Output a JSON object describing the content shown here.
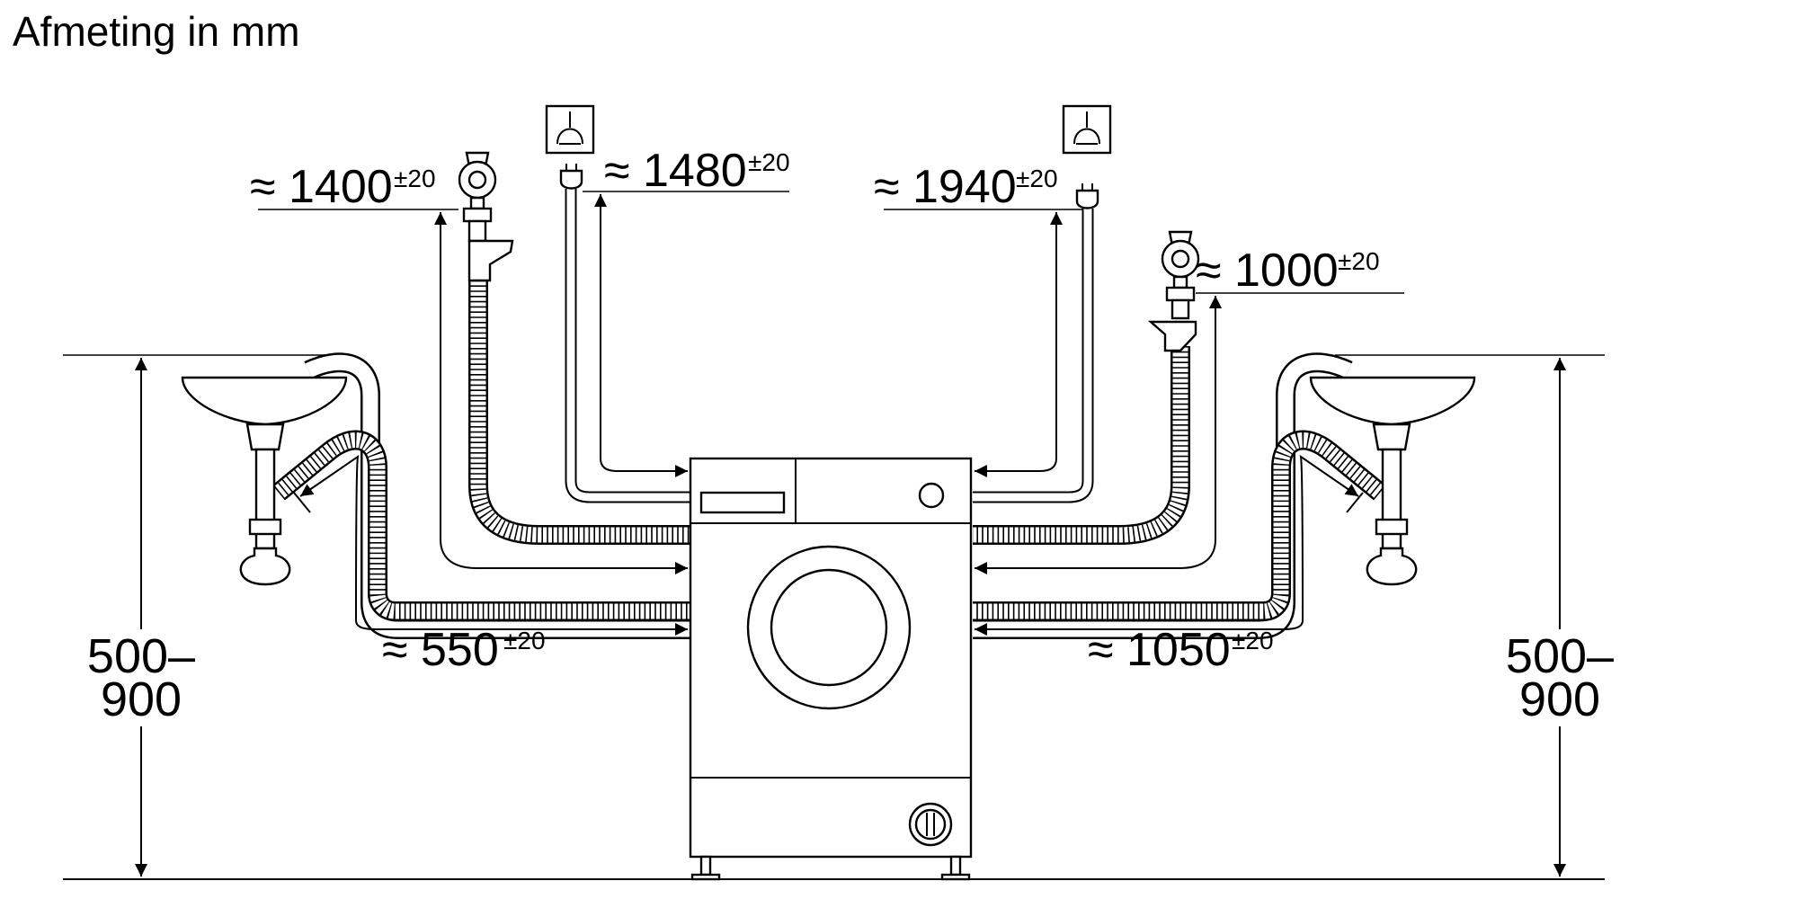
{
  "title": "Afmeting in mm",
  "dimensions": {
    "inlet_left": {
      "value": "≈ 1400",
      "tolerance": "±20"
    },
    "cable_left": {
      "value": "≈ 1480",
      "tolerance": "±20"
    },
    "cable_right": {
      "value": "≈ 1940",
      "tolerance": "±20"
    },
    "inlet_right": {
      "value": "≈ 1000",
      "tolerance": "±20"
    },
    "drain_left": {
      "value": "≈ 550",
      "tolerance": "±20"
    },
    "drain_right": {
      "value": "≈ 1050",
      "tolerance": "±20"
    },
    "height_left": {
      "line1": "500–",
      "line2": "900"
    },
    "height_right": {
      "line1": "500–",
      "line2": "900"
    }
  },
  "icons": [
    "earthed-socket-icon",
    "power-plug-icon",
    "water-tap-icon",
    "sink-icon",
    "washing-machine-icon"
  ]
}
